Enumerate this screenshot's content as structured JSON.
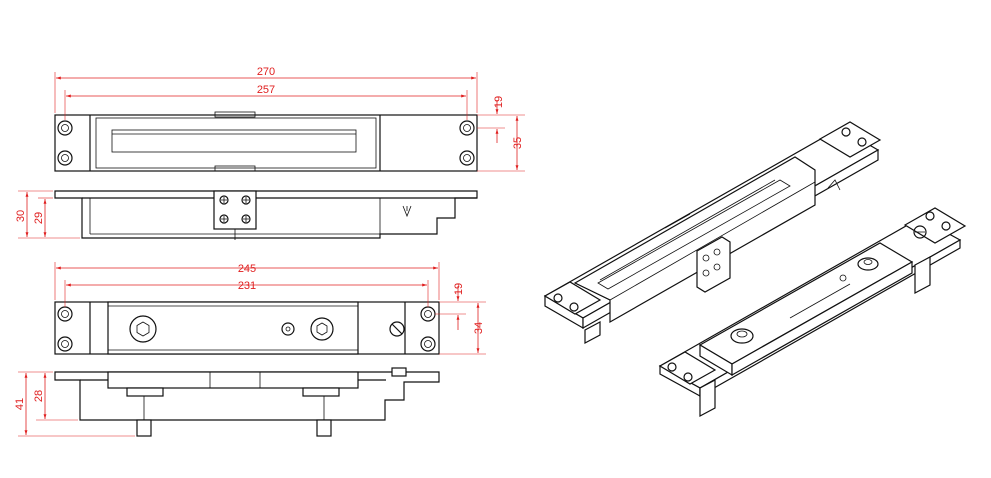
{
  "dimensions": {
    "top_overall": "270",
    "top_holes": "257",
    "top_hole_offset": "19",
    "top_height": "35",
    "side_height_outer": "30",
    "side_height_inner": "29",
    "armature_overall": "245",
    "armature_holes": "231",
    "armature_hole_offset": "19",
    "armature_height": "34",
    "armature_side_outer": "41",
    "armature_side_inner": "28"
  },
  "colors": {
    "line": "#111111",
    "dimension": "#e02020",
    "background": "#ffffff"
  }
}
